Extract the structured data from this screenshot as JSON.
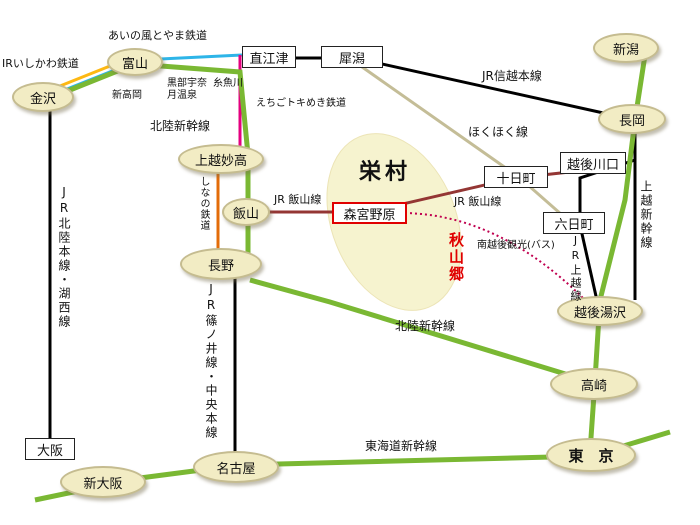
{
  "title": "栄村",
  "area_label": "秋山郷",
  "stations": {
    "kanazawa": "金沢",
    "toyama": "富山",
    "naoetsu": "直江津",
    "saigata": "犀潟",
    "niigata": "新潟",
    "nagaoka": "長岡",
    "joetsumyoko": "上越妙高",
    "iiyama": "飯山",
    "nagano": "長野",
    "morimiyanohara": "森宮野原",
    "tokamachi": "十日町",
    "echigokawaguchi": "越後川口",
    "muikamachi": "六日町",
    "echigoyuzawa": "越後湯沢",
    "takasaki": "高崎",
    "tokyo": "東　京",
    "nagoya": "名古屋",
    "shinosaka": "新大阪",
    "osaka": "大阪"
  },
  "labels": {
    "ir_ishikawa": "IRいしかわ鉄道",
    "ainokaze": "あいの風とやま鉄道",
    "shintakaoka": "新高岡",
    "kurobe": "黒部宇奈\n月温泉",
    "itoigawa": "糸魚川",
    "echigo_tokimeki": "えちごトキめき鉄道",
    "hokuriku_shinkansen_1": "北陸新幹線",
    "hokuriku_shinkansen_2": "北陸新幹線",
    "shinetsu": "JR信越本線",
    "hokuhoku": "ほくほく線",
    "iiyama_line_1": "JR 飯山線",
    "iiyama_line_2": "JR 飯山線",
    "bus": "南越後観光(バス)",
    "tokaido": "東海道新幹線",
    "shinano": "しなの鉄道",
    "hokuriku_line": "JR北陸本線・湖西線",
    "shinonoi": "JR篠ノ井線・中央本線",
    "joetsu_shinkansen": "上越新幹線",
    "joetsu_line": "JR上越線"
  },
  "colors": {
    "shinkansen": "#7ab833",
    "ir_ishikawa": "#fdb813",
    "ainokaze": "#2eb5e8",
    "tokimeki": "#e4007f",
    "shinano": "#e36c09",
    "jr_line": "#000000",
    "iiyama_line": "#943634",
    "hokuhoku": "#c4bd97",
    "bus": "#c0004f",
    "area_fill": "#f6f3cf",
    "highlight": "#e00000"
  }
}
